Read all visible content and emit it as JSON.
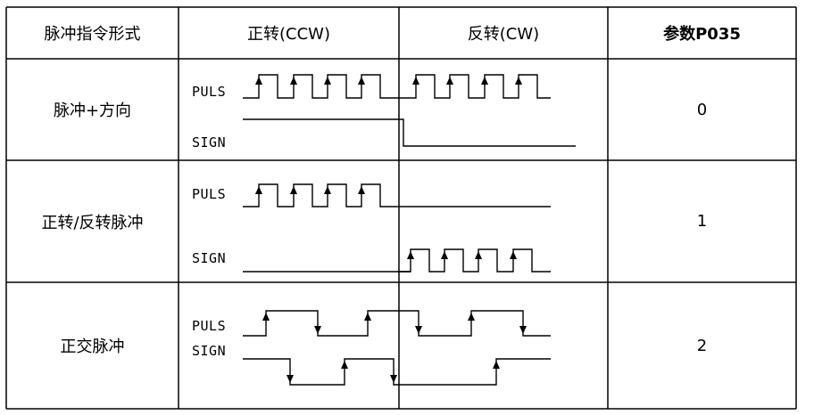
{
  "header": {
    "col_format": "脉冲指令形式",
    "col_ccw": "正转(CCW)",
    "col_cw": "反转(CW)",
    "col_param": "参数P035"
  },
  "rows": [
    {
      "mode": "脉冲+方向",
      "sig1": "PULS",
      "sig2": "SIGN",
      "param": "0"
    },
    {
      "mode": "正转/反转脉冲",
      "sig1": "PULS",
      "sig2": "SIGN",
      "param": "1"
    },
    {
      "mode": "正交脉冲",
      "sig1": "PULS",
      "sig2": "SIGN",
      "param": "2"
    }
  ]
}
